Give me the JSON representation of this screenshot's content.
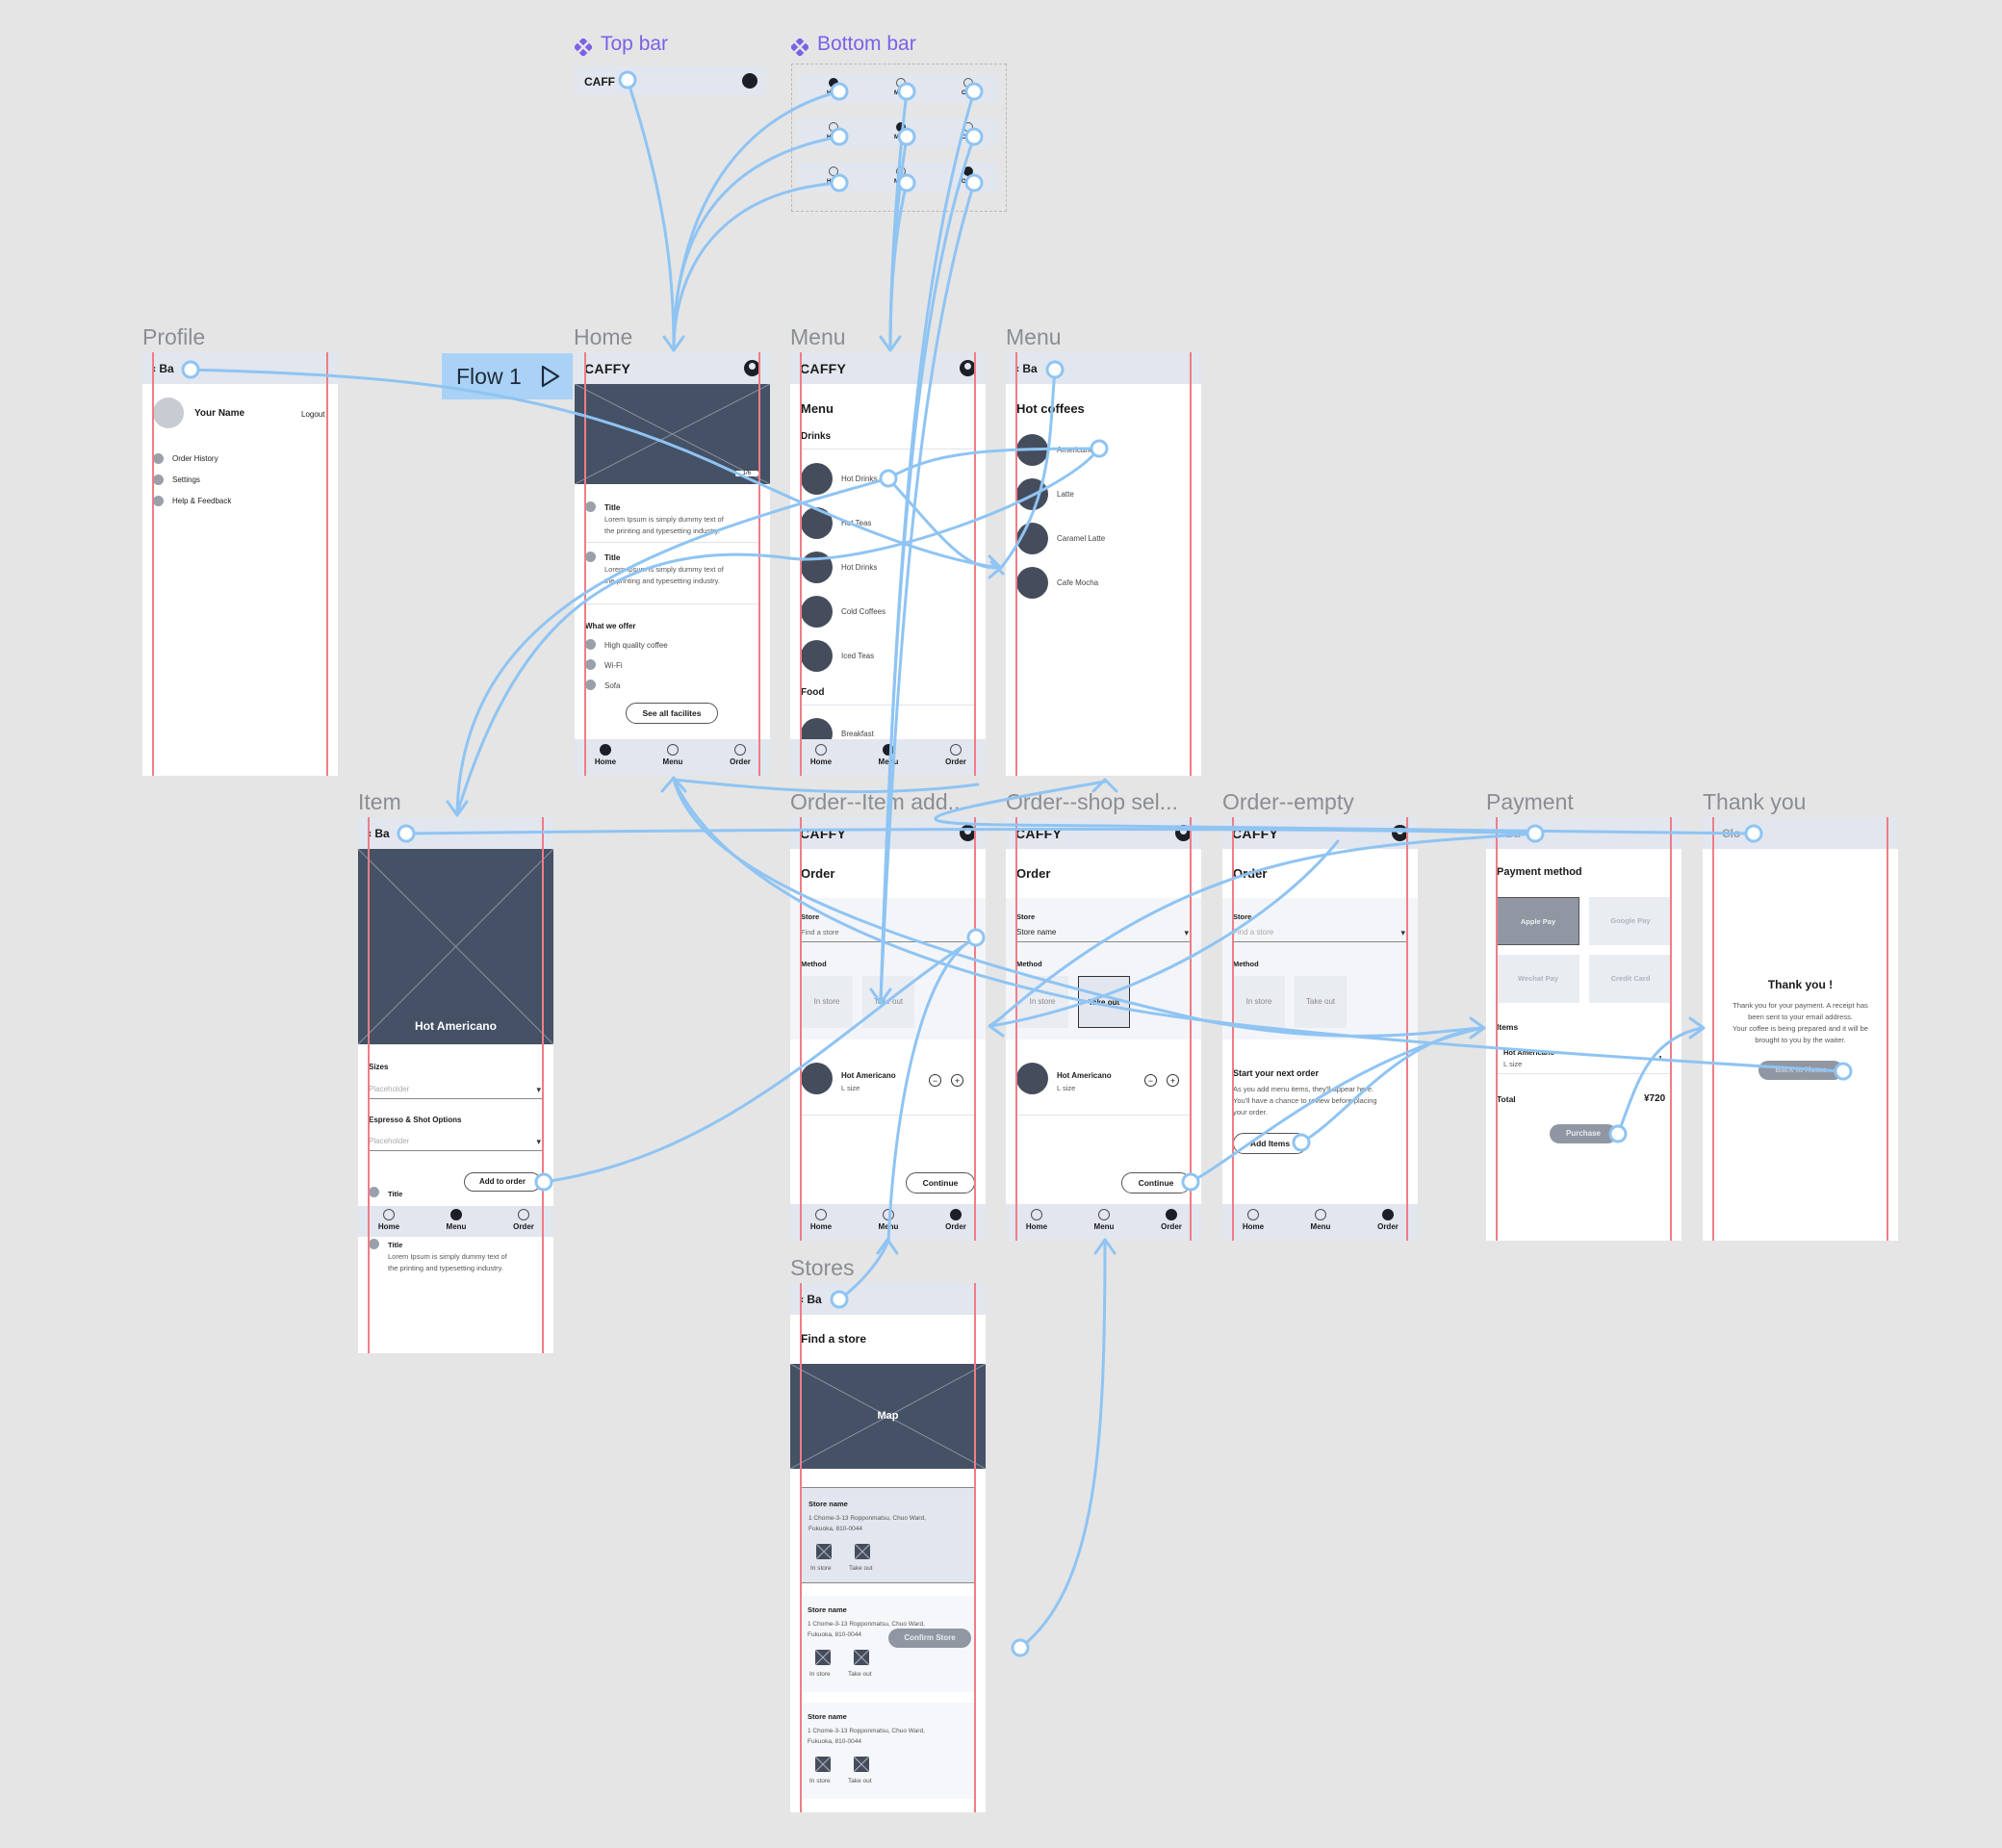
{
  "components": {
    "top_bar": {
      "title": "Top bar",
      "brand": "CAFF"
    },
    "bottom_bar": {
      "title": "Bottom bar",
      "items": [
        "Ho",
        "Me",
        "Or",
        "Ho",
        "M",
        "Or",
        "Ho",
        "M",
        "Or"
      ]
    }
  },
  "flow": {
    "label": "Flow 1"
  },
  "frames": {
    "profile": {
      "label": "Profile",
      "back": "Ba",
      "name": "Your Name",
      "logout": "Logout",
      "items": [
        "Order History",
        "Settings",
        "Help & Feedback"
      ]
    },
    "home": {
      "label": "Home",
      "brand": "CAFFY",
      "counter": "1/6",
      "cards": [
        {
          "title": "Title",
          "body1": "Lorem Ipsum is simply dummy text of",
          "body2": "the printing and typesetting industry."
        },
        {
          "title": "Title",
          "body1": "Lorem Ipsum is simply dummy text of",
          "body2": "the printing and typesetting industry."
        }
      ],
      "offer_heading": "What we offer",
      "offers": [
        "High quality coffee",
        "Wi-Fi",
        "Sofa"
      ],
      "see_all": "See all facilites"
    },
    "menu": {
      "label": "Menu",
      "brand": "CAFFY",
      "heading": "Menu",
      "drinks": "Drinks",
      "items": [
        "Hot Drinks",
        "Hot Teas",
        "Hot Drinks",
        "Cold Coffees",
        "Iced Teas"
      ],
      "food": "Food",
      "food_items": [
        "Breakfast"
      ]
    },
    "menu2": {
      "label": "Menu",
      "back": "Ba",
      "heading": "Hot coffees",
      "items": [
        "Americano",
        "Latte",
        "Caramel Latte",
        "Cafe Mocha"
      ]
    },
    "item": {
      "label": "Item",
      "back": "Ba",
      "hero": "Hot Americano",
      "sizes": "Sizes",
      "placeholder1": "Placeholder",
      "espresso": "Espresso & Shot Options",
      "placeholder2": "Placeholder",
      "add": "Add to order",
      "title1": "Title",
      "title2": "Title",
      "body1": "Lorem Ipsum is simply dummy text of",
      "body2": "the printing and typesetting industry."
    },
    "order_added": {
      "label": "Order--Item add...",
      "brand": "CAFFY",
      "heading": "Order",
      "store": "Store",
      "store_value": "Find a store",
      "method": "Method",
      "in_store": "In store",
      "take_out": "Take out",
      "product": "Hot Americano",
      "size": "L size",
      "continue": "Continue"
    },
    "order_shop": {
      "label": "Order--shop sel...",
      "brand": "CAFFY",
      "heading": "Order",
      "store": "Store",
      "store_value": "Store name",
      "method": "Method",
      "in_store": "In store",
      "take_out": "Take out",
      "product": "Hot Americano",
      "size": "L size",
      "continue": "Continue"
    },
    "order_empty": {
      "label": "Order--empty",
      "brand": "CAFFY",
      "heading": "Order",
      "store": "Store",
      "store_value": "Find a store",
      "method": "Method",
      "in_store": "In store",
      "take_out": "Take out",
      "next_heading": "Start your next order",
      "next_body1": "As you add menu items, they'll appear here.",
      "next_body2": "You'll have a chance to review before placing",
      "next_body3": "your order.",
      "add_items": "Add Items"
    },
    "payment": {
      "label": "Payment",
      "back": "Ba",
      "heading": "Payment method",
      "methods": [
        "Apple Pay",
        "Google Pay",
        "Wechat Pay",
        "Credit Card"
      ],
      "items_heading": "Items",
      "product": "Hot Americano",
      "size": "L size",
      "qty": "1",
      "total_label": "Total",
      "total": "¥720",
      "purchase": "Purchase"
    },
    "thanks": {
      "label": "Thank you",
      "back": "Clo",
      "heading": "Thank you !",
      "lines": [
        "Thank you for your payment. A receipt has",
        "been sent to your email address.",
        "Your coffee is being prepared and it will be",
        "brought to you by the waiter."
      ],
      "button": "Back to Home"
    },
    "stores": {
      "label": "Stores",
      "back": "Ba",
      "heading": "Find a store",
      "map": "Map",
      "cards": [
        {
          "name": "Store name",
          "addr1": "1 Chome-3-13 Ropponmatsu, Chuo Ward,",
          "addr2": "Fukuoka, 810-0044",
          "in_store": "In store",
          "take_out": "Take out"
        },
        {
          "name": "Store name",
          "addr1": "1 Chome-3-13 Ropponmatsu, Chuo Ward,",
          "addr2": "Fukuoka, 810-0044",
          "in_store": "In store",
          "take_out": "Take out"
        },
        {
          "name": "Store name",
          "addr1": "1 Chome-3-13 Ropponmatsu, Chuo Ward,",
          "addr2": "Fukuoka, 810-0044",
          "in_store": "In store",
          "take_out": "Take out"
        }
      ],
      "confirm": "Confirm Store"
    }
  },
  "nav": {
    "home": "Home",
    "menu": "Menu",
    "order": "Order"
  },
  "colors": {
    "canvas": "#e5e5e5",
    "placeholder": "#455165",
    "wire": "#8fc4f3",
    "guide": "#f07d86",
    "component": "#7b61e8"
  }
}
